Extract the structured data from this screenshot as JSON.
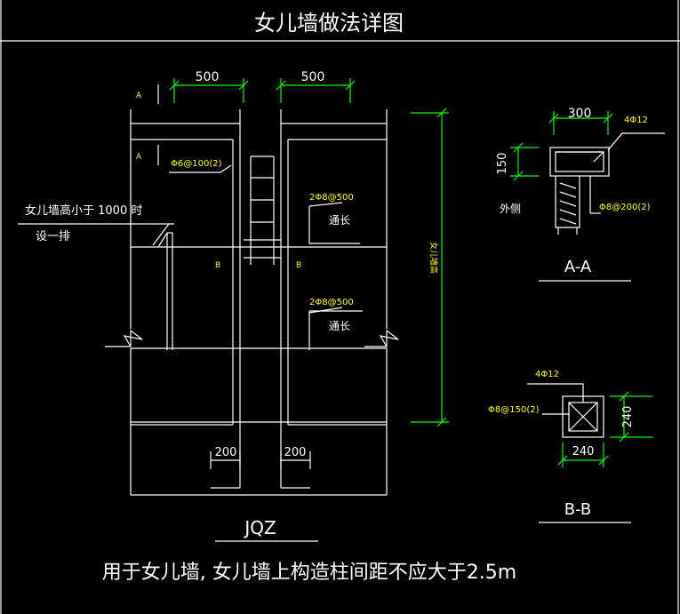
{
  "title": "女儿墙做法详图",
  "dims": {
    "top_left": "500",
    "top_right": "500",
    "bottom_left": "200",
    "bottom_right": "200",
    "aa_width": "300",
    "aa_height": "150",
    "bb_width": "240",
    "bb_height": "240"
  },
  "labels": {
    "a_upper": "A",
    "a_lower": "A",
    "b_left": "B",
    "b_right": "B",
    "stirrup_main": "Φ6@100(2)",
    "bar_upper": "2Φ8@500",
    "tongchang_upper": "通长",
    "bar_lower": "2Φ8@500",
    "tongchang_lower": "通长",
    "wall_height": "女儿墙高",
    "note_line1": "女儿墙高小于 1000   时",
    "note_line2": "设一排",
    "aa_bars": "4Φ12",
    "aa_outside": "外侧",
    "aa_stirrup": "Φ8@200(2)",
    "aa_title": "A-A",
    "bb_bars": "4Φ12",
    "bb_stirrup": "Φ8@150(2)",
    "bb_title": "B-B",
    "jqz": "JQZ",
    "caption": "用于女儿墙, 女儿墙上构造柱间距不应大于2.5m"
  },
  "colors": {
    "background": "#000000",
    "line": "#ffffff",
    "dimension": "#00ff00",
    "annotation": "#ffff00"
  }
}
